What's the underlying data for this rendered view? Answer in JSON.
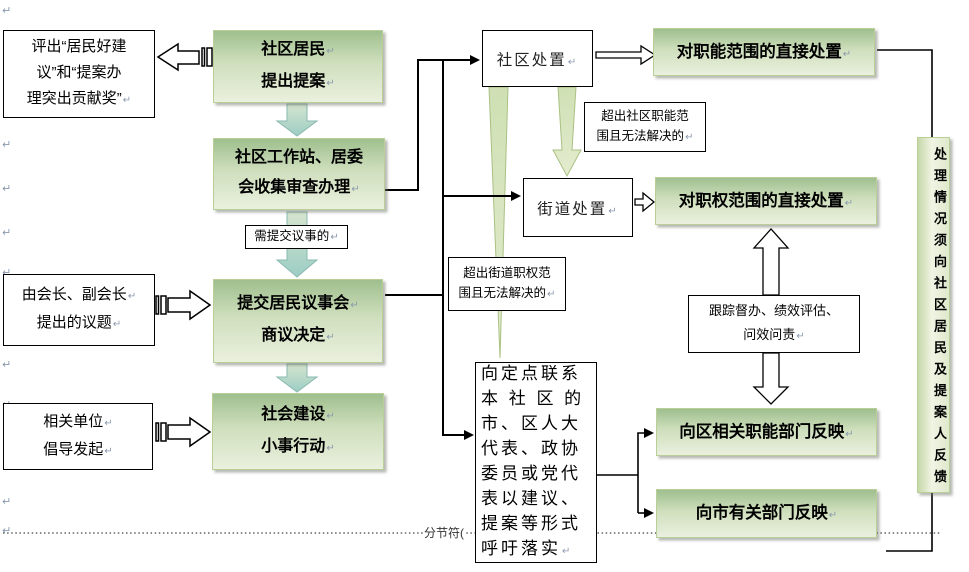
{
  "theme": {
    "box-green-top": "#9fbf8e",
    "box-green-bottom": "#eaf0de",
    "box-green-border": "#b9cf97",
    "teal-top": "#d6e5cf",
    "teal-bottom": "#9ccdc4",
    "teal-stroke": "#8ab9b0",
    "wedge-fill": "#cfe0b4",
    "wedge-stroke": "#a9c183",
    "line": "#000000",
    "pmark": "#8a99ad"
  },
  "pilcrow": "↵",
  "section_break_label": "分节符(",
  "boxes": {
    "award": "评出“居民好建\n议”和“提案办\n理突出贡献奖”",
    "resident": {
      "line1": "社区居民",
      "line2": "提出提案"
    },
    "workstation": {
      "line1": "社区工作站、居委",
      "line2": "会收集审查办理"
    },
    "need_submit": "需提交议事的",
    "council": {
      "line1": "提交居民议事会",
      "line2": "商议决定"
    },
    "chairman": {
      "line1": "由会长、副会长",
      "line2": "提出的议题"
    },
    "org": {
      "line1": "相关单位",
      "line2": "倡导发起"
    },
    "action": {
      "line1": "社会建设",
      "line2": "小事行动"
    },
    "community_handle": "社区处置",
    "street_handle": "街道处置",
    "over_community": "超出社区职能范\n围且无法解决的",
    "over_street": "超出街道职权范\n围且无法解决的",
    "direct_function": "对职能范围的直接处置",
    "direct_authority": "对职权范围的直接处置",
    "delegate": "向定点联系\n本 社 区 的\n市、区人大\n代表、政协\n委员或党代\n表以建议、\n提案等形式\n呼吁落实",
    "track": {
      "line1": "跟踪督办、绩效评估、",
      "line2": "问效问责"
    },
    "district_report": "向区相关职能部门反映",
    "city_report": "向市有关部门反映",
    "feedback": "处理情况须向社区居民及提案人反馈"
  }
}
